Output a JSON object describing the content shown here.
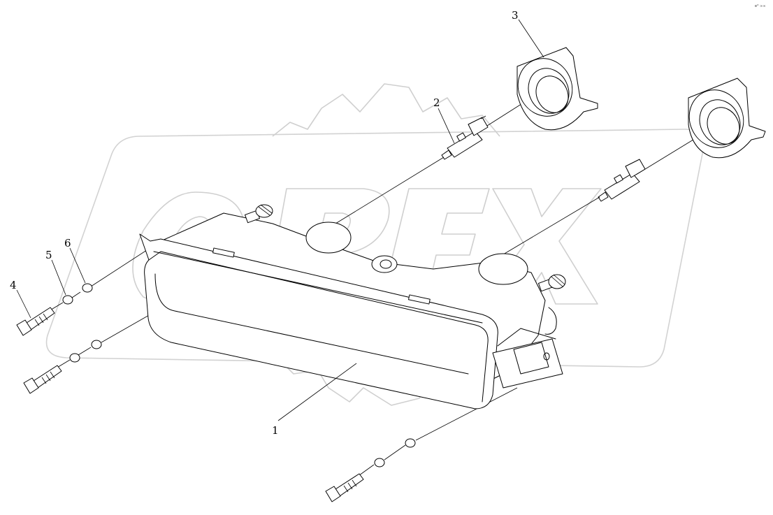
{
  "diagram": {
    "callouts": [
      {
        "id": "1",
        "label": "1"
      },
      {
        "id": "2",
        "label": "2"
      },
      {
        "id": "3",
        "label": "3"
      },
      {
        "id": "4",
        "label": "4"
      },
      {
        "id": "5",
        "label": "5"
      },
      {
        "id": "6",
        "label": "6"
      }
    ],
    "corner_mark": "e° ∞∞",
    "watermark_text": "OPEX",
    "colors": {
      "line": "#000000",
      "watermark": "#cfcfcf",
      "background": "#ffffff"
    }
  }
}
